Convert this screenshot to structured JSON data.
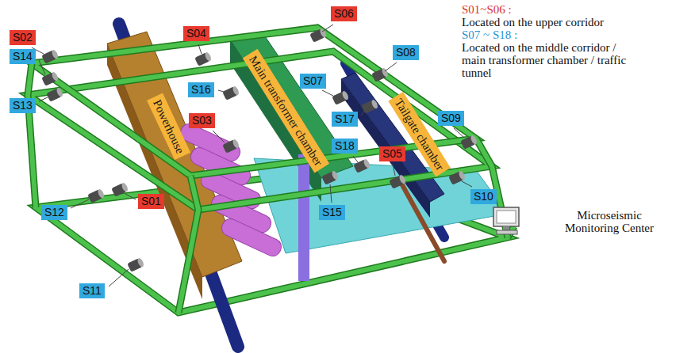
{
  "diagram": {
    "nodes": [
      {
        "text": [
          "S06"
        ]
      },
      {
        "text": [
          "S02"
        ]
      },
      {
        "text": [
          "S04"
        ]
      },
      {
        "text": [
          "S08"
        ]
      },
      {
        "text": [
          "S14"
        ]
      },
      {
        "text": [
          "S07"
        ]
      },
      {
        "text": [
          "S16"
        ]
      },
      {
        "text": [
          "S13"
        ]
      },
      {
        "text": [
          "S17"
        ]
      },
      {
        "text": [
          "S03"
        ]
      },
      {
        "text": [
          "S09"
        ]
      },
      {
        "text": [
          "Powerhouse"
        ]
      },
      {
        "text": [
          "Main transformer chamber"
        ]
      },
      {
        "text": [
          "Tailgate chamber"
        ]
      },
      {
        "text": [
          "S18"
        ]
      },
      {
        "text": [
          "S05"
        ]
      },
      {
        "text": [
          "S10"
        ]
      },
      {
        "text": [
          "S01"
        ]
      },
      {
        "text": [
          "S12"
        ]
      },
      {
        "text": [
          "S15"
        ]
      },
      {
        "text": [
          "S11"
        ]
      }
    ],
    "labels": [
      "S01~S06 :",
      "Located on the upper corridor",
      "S07 ~ S18 :",
      "Located on the middle corridor / main transformer chamber / traffic tunnel",
      "Microseismic Monitoring Center"
    ]
  }
}
